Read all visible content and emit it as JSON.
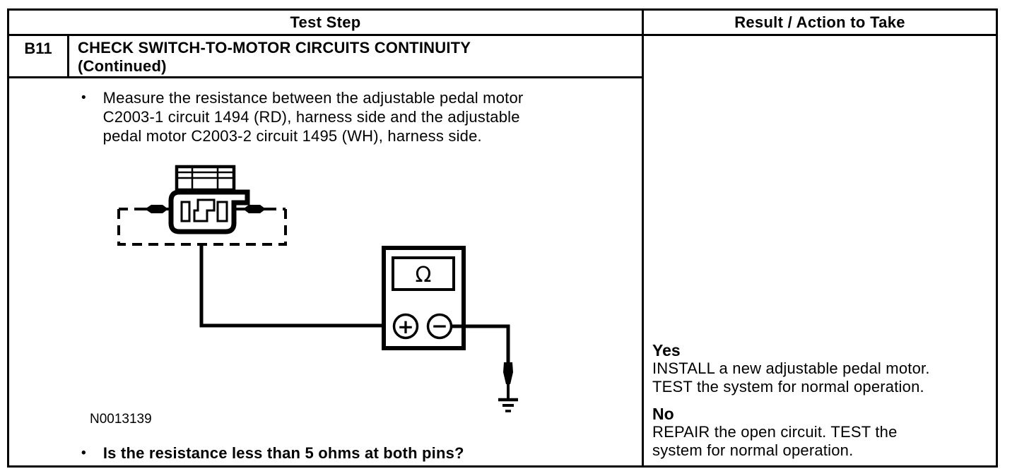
{
  "ui": {
    "bullet_glyph": "•",
    "ink_color": "#000000",
    "paper_color": "#ffffff"
  },
  "table": {
    "header": {
      "test_step": "Test Step",
      "result": "Result / Action to Take"
    },
    "step": {
      "id": "B11",
      "title": "CHECK SWITCH-TO-MOTOR CIRCUITS CONTINUITY\n(Continued)",
      "instruction": "Measure the resistance between the adjustable pedal motor\nC2003-1 circuit 1494 (RD), harness side and the adjustable\npedal motor C2003-2 circuit 1495 (WH), harness side.",
      "question": "Is the resistance less than 5 ohms at both pins?",
      "figure": {
        "caption": "N0013139",
        "meter_display": "Ω",
        "positive_label": "+",
        "negative_label": "−"
      },
      "results": [
        {
          "answer": "Yes",
          "action": "INSTALL a new adjustable pedal motor.\nTEST the system for normal operation."
        },
        {
          "answer": "No",
          "action": "REPAIR the open circuit. TEST the\nsystem for normal operation."
        }
      ]
    }
  }
}
